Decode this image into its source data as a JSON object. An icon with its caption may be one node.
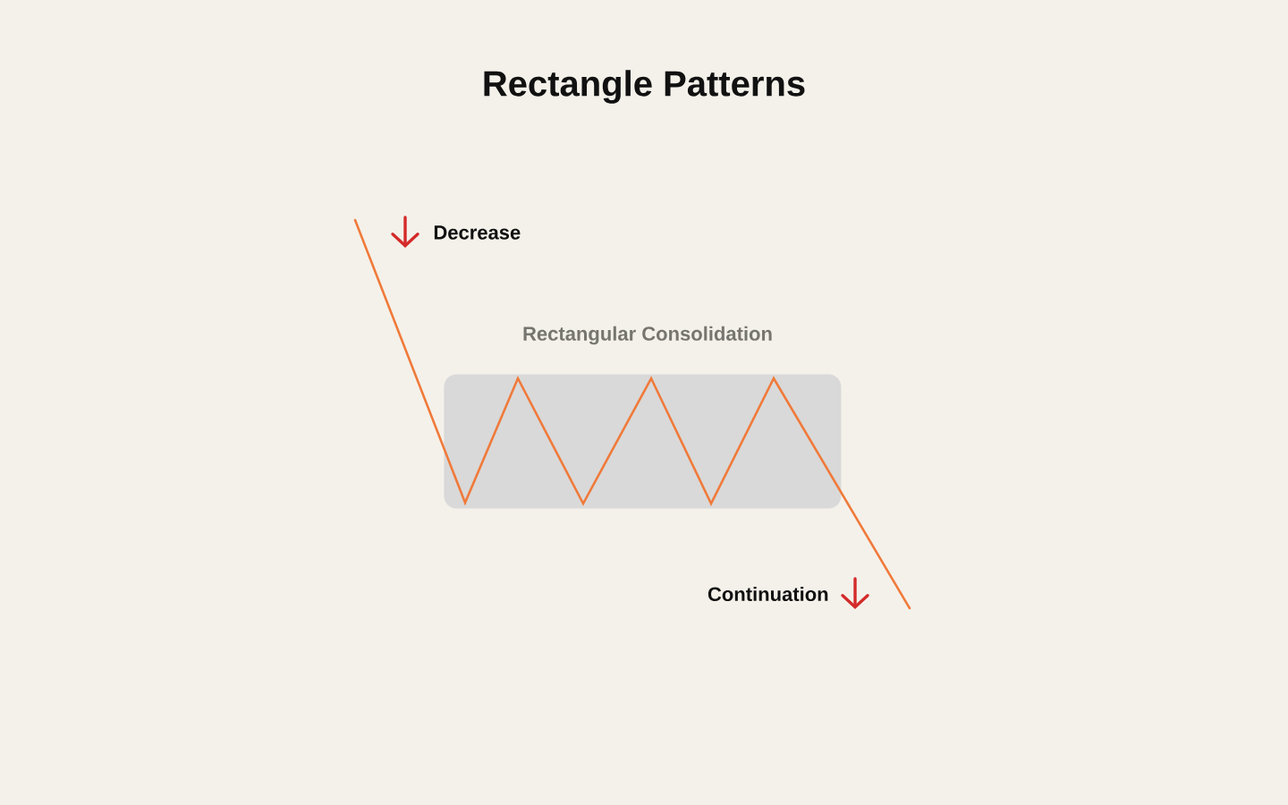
{
  "diagram": {
    "title": "Rectangle Patterns",
    "nodes": [
      {
        "text": [
          "Rectangular Consolidation"
        ]
      }
    ],
    "labels": [
      "Decrease",
      "Continuation"
    ]
  }
}
